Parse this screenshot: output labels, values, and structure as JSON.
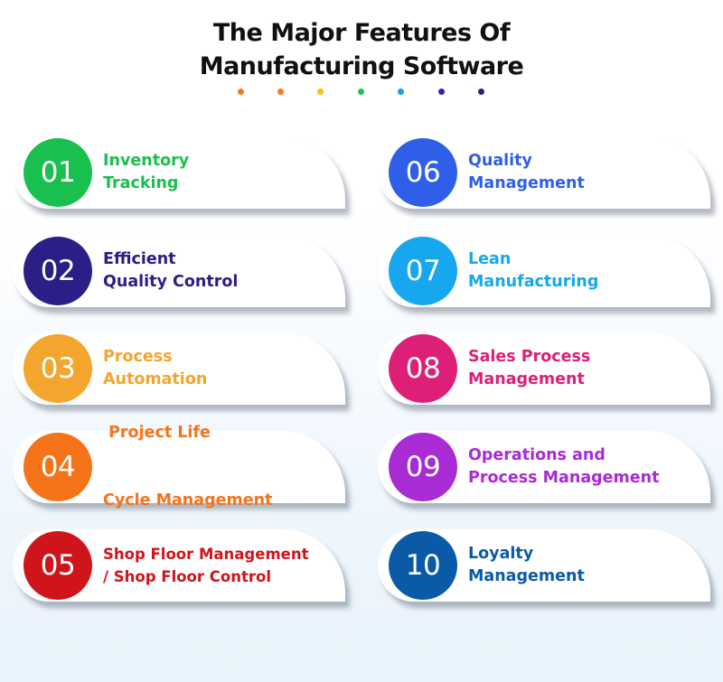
{
  "title": {
    "line1": "The Major Features Of",
    "line2": "Manufacturing Software"
  },
  "dots": [
    "#f47b20",
    "#f47b20",
    "#f6c111",
    "#1fc155",
    "#1e9be6",
    "#3a1fb8",
    "#2a1d8a"
  ],
  "features": [
    {
      "number": "01",
      "line1": "Inventory",
      "line2": "Tracking",
      "color": "#19c04f"
    },
    {
      "number": "02",
      "line1": "Efficient",
      "line2": "Quality Control",
      "color": "#2b1e87"
    },
    {
      "number": "03",
      "line1": "Process",
      "line2": "Automation",
      "color": "#f3a52d"
    },
    {
      "number": "04",
      "line1": " Project Life",
      "line2": "Cycle Management",
      "color": "#f57319"
    },
    {
      "number": "05",
      "line1": "Shop Floor Management",
      "line2": "/ Shop Floor Control",
      "color": "#d0141b"
    },
    {
      "number": "06",
      "line1": "Quality",
      "line2": "Management",
      "color": "#2f5fe8"
    },
    {
      "number": "07",
      "line1": "Lean",
      "line2": "Manufacturing",
      "color": "#16a7ee"
    },
    {
      "number": "08",
      "line1": "Sales Process",
      "line2": "Management",
      "color": "#dd1f78"
    },
    {
      "number": "09",
      "line1": "Operations and",
      "line2": "Process Management",
      "color": "#a92bd4"
    },
    {
      "number": "10",
      "line1": "Loyalty",
      "line2": "Management",
      "color": "#0b5aa7"
    }
  ]
}
